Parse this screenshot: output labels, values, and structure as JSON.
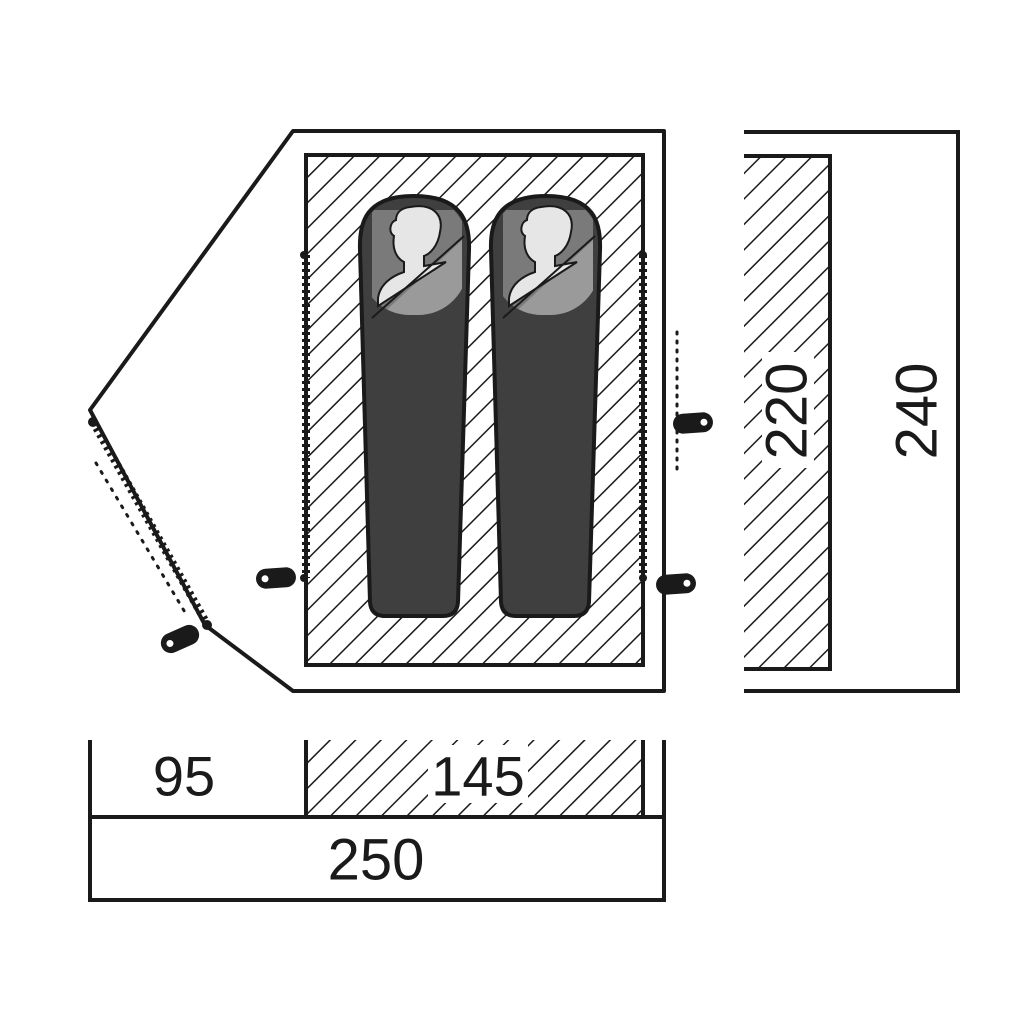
{
  "dimensions": {
    "inner_depth": "220",
    "total_depth": "240",
    "vestibule_width": "95",
    "inner_width": "145",
    "total_width": "250"
  },
  "colors": {
    "outline": "#1a1a1a",
    "hatch": "#1a1a1a",
    "bag": "#3f3f3f",
    "bag_hood": "#7a7a7a",
    "person": "#e6e6e6",
    "background": "#ffffff"
  },
  "icons": {
    "sleeping_bag": "sleeping-bag-icon",
    "person": "person-silhouette-icon",
    "tent_peg": "tent-peg-icon"
  }
}
